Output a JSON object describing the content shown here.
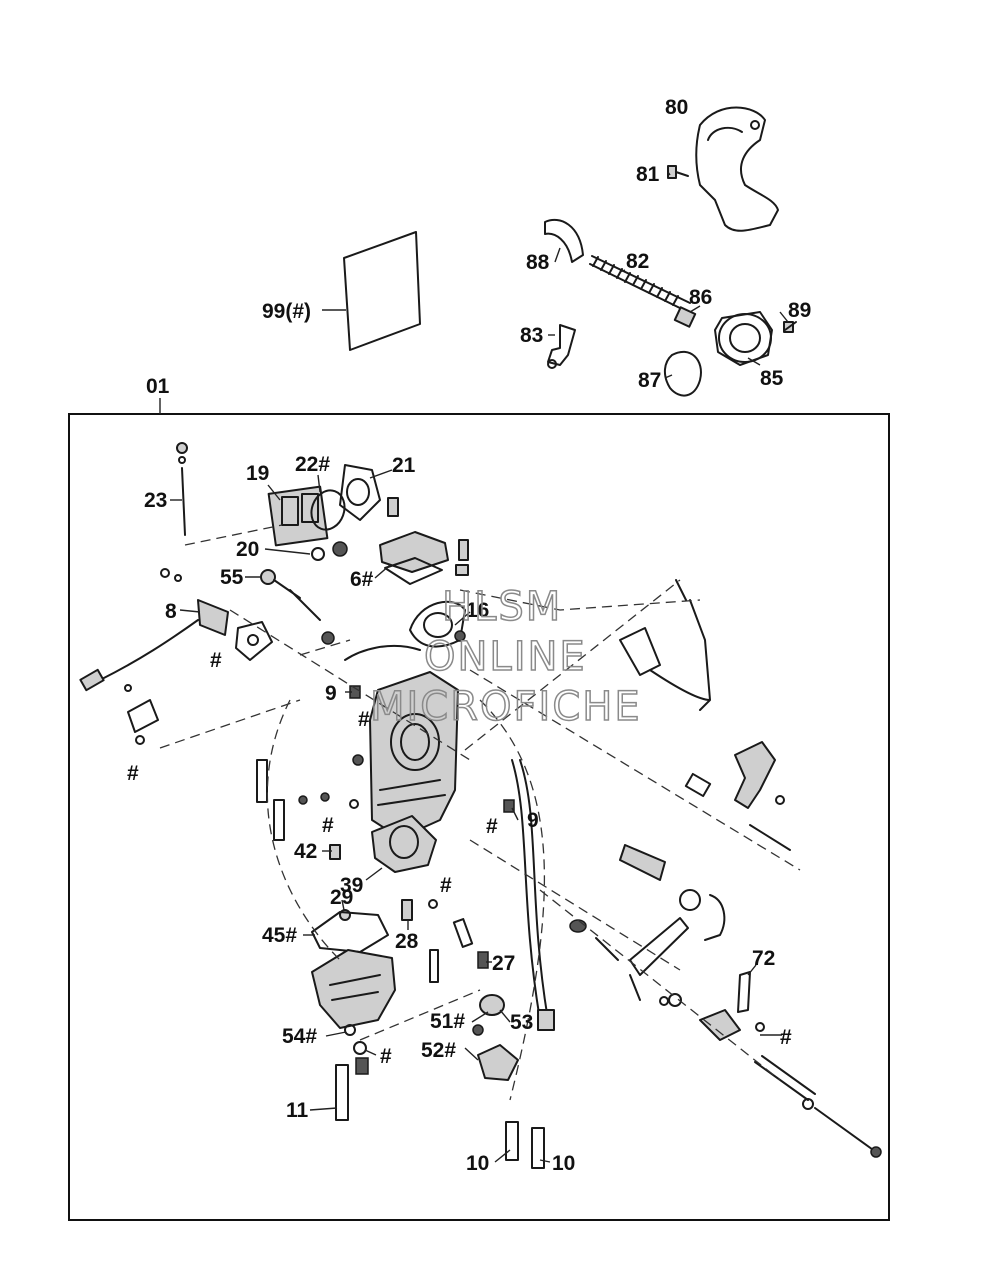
{
  "watermark": [
    "HLSM",
    "ONLINE",
    "MICROFICHE"
  ],
  "assembly_label": "01",
  "callouts": [
    {
      "key": "80",
      "text": "80"
    },
    {
      "key": "81",
      "text": "81"
    },
    {
      "key": "88",
      "text": "88"
    },
    {
      "key": "82",
      "text": "82"
    },
    {
      "key": "86",
      "text": "86"
    },
    {
      "key": "89",
      "text": "89"
    },
    {
      "key": "99",
      "text": "99(#)"
    },
    {
      "key": "83",
      "text": "83"
    },
    {
      "key": "87",
      "text": "87"
    },
    {
      "key": "85",
      "text": "85"
    },
    {
      "key": "19",
      "text": "19"
    },
    {
      "key": "22",
      "text": "22#"
    },
    {
      "key": "21",
      "text": "21"
    },
    {
      "key": "23",
      "text": "23"
    },
    {
      "key": "20",
      "text": "20"
    },
    {
      "key": "55",
      "text": "55"
    },
    {
      "key": "6",
      "text": "6#"
    },
    {
      "key": "16",
      "text": "16"
    },
    {
      "key": "8",
      "text": "8"
    },
    {
      "key": "h1",
      "text": "#"
    },
    {
      "key": "h2",
      "text": "#"
    },
    {
      "key": "9a",
      "text": "9"
    },
    {
      "key": "h3",
      "text": "#"
    },
    {
      "key": "h4",
      "text": "#"
    },
    {
      "key": "h5",
      "text": "#"
    },
    {
      "key": "9b",
      "text": "9"
    },
    {
      "key": "42",
      "text": "42"
    },
    {
      "key": "39",
      "text": "39"
    },
    {
      "key": "h6",
      "text": "#"
    },
    {
      "key": "29",
      "text": "29"
    },
    {
      "key": "45",
      "text": "45#"
    },
    {
      "key": "28",
      "text": "28"
    },
    {
      "key": "27",
      "text": "27"
    },
    {
      "key": "72",
      "text": "72"
    },
    {
      "key": "51",
      "text": "51#"
    },
    {
      "key": "53",
      "text": "53"
    },
    {
      "key": "54",
      "text": "54#"
    },
    {
      "key": "52",
      "text": "52#"
    },
    {
      "key": "h7",
      "text": "#"
    },
    {
      "key": "h8",
      "text": "#"
    },
    {
      "key": "11",
      "text": "11"
    },
    {
      "key": "10a",
      "text": "10"
    },
    {
      "key": "10b",
      "text": "10"
    }
  ]
}
